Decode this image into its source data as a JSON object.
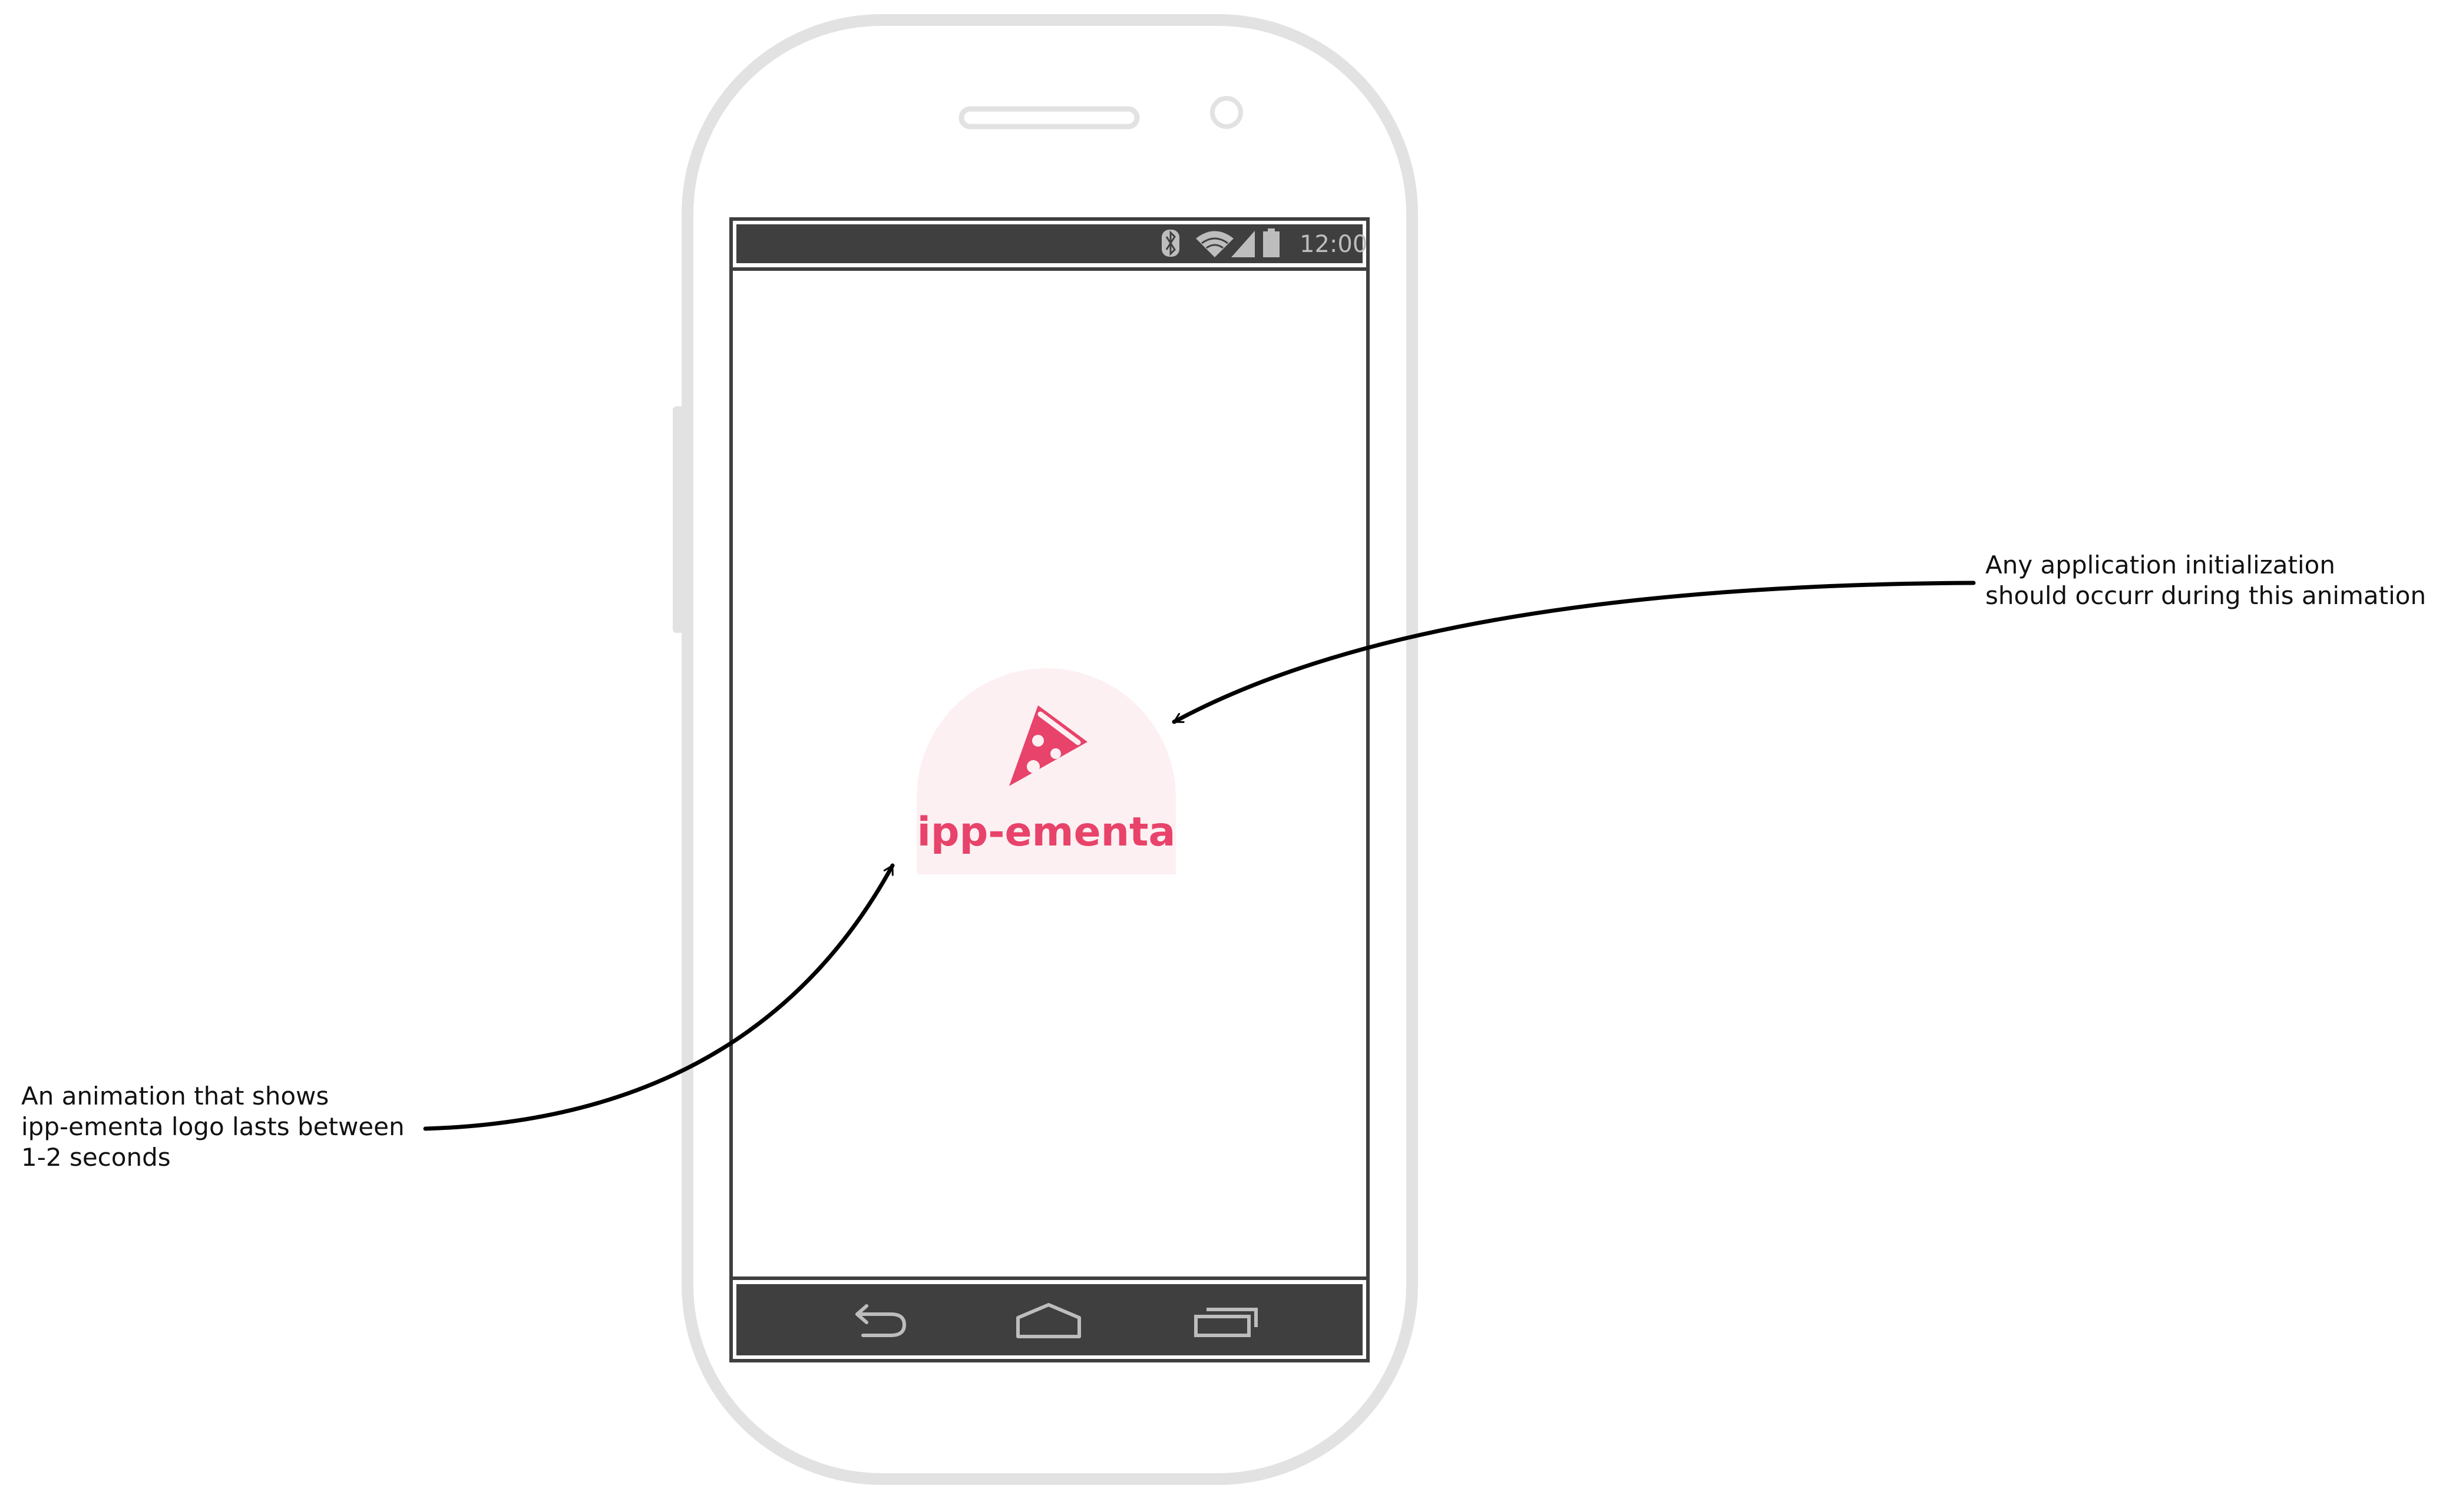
{
  "status_bar": {
    "time": "12:00",
    "icons": [
      "bluetooth-icon",
      "wifi-icon",
      "cell-signal-icon",
      "battery-icon"
    ]
  },
  "splash": {
    "app_name": "ipp-ementa",
    "logo_icon": "pizza-slice-icon"
  },
  "nav_bar": {
    "icons": [
      "back-icon",
      "home-icon",
      "recent-apps-icon"
    ]
  },
  "annotations": {
    "right": {
      "lines": [
        "Any application initialization",
        "should occurr during this animation"
      ]
    },
    "left": {
      "lines": [
        "An animation that shows",
        "ipp-ementa logo lasts between",
        "1-2 seconds"
      ]
    }
  },
  "colors": {
    "brand": "#e8436a",
    "logo_bg": "#fdf0f2",
    "bar_bg": "#3f3f3f",
    "phone_outline": "#e2e2e2"
  }
}
